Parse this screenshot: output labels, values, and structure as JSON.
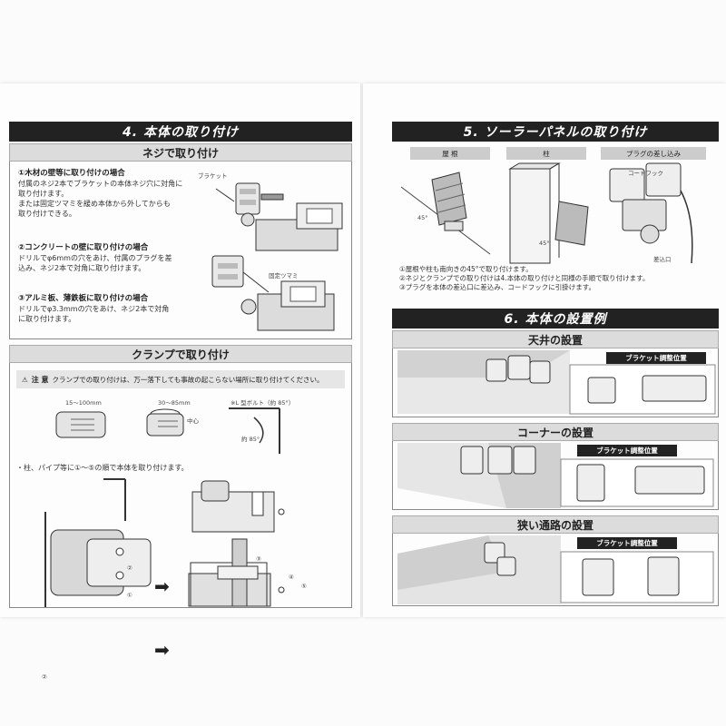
{
  "left_page": {
    "section4": {
      "title": "4. 本体の取り付け",
      "screw_mount": {
        "header": "ネジで取り付け",
        "item1": {
          "title": "①木材の壁等に取り付けの場合",
          "lines": [
            "付属のネジ2本でブラケットの本体ネジ穴に対角に",
            "取り付けます。",
            "または固定ツマミを緩め本体から外してからも",
            "取り付けできる。"
          ]
        },
        "item2": {
          "title": "②コンクリートの壁に取り付けの場合",
          "lines": [
            "ドリルでφ6mmの穴をあけ、付属のプラグを差",
            "込み、ネジ2本で対角に取り付けます。"
          ]
        },
        "item3": {
          "title": "③アルミ板、薄鉄板に取り付けの場合",
          "lines": [
            "ドリルでφ3.3mmの穴をあけ、ネジ2本で対角",
            "に取り付けます。"
          ]
        },
        "labels": {
          "bracket": "ブラケット",
          "fixing_knob": "固定ツマミ"
        }
      },
      "clamp_mount": {
        "header": "クランプで取り付け",
        "notice_label": "注 意",
        "notice_text": "クランプでの取り付けは、万一落下しても事故の起こらない場所に取り付けてください。",
        "dims": [
          "15～100mm",
          "30～85mm"
        ],
        "center_label": "中心",
        "l_bolt_label": "※L 型ボルト（約 85°）",
        "angle_label": "約 85°",
        "instruction": "・柱、パイプ等に①～⑤の順で本体を取り付けます。",
        "step_numbers": [
          "①",
          "②",
          "③",
          "④",
          "⑤"
        ]
      }
    }
  },
  "right_page": {
    "section5": {
      "title": "5. ソーラーパネルの取り付け",
      "columns": [
        "屋 根",
        "柱",
        "プラグの差し込み"
      ],
      "labels": {
        "cord_hook": "コードフック",
        "socket": "差込口",
        "angle": "45°"
      },
      "notes": [
        "①屋根や柱も南向きの45°で取り付けます。",
        "②ネジとクランプでの取り付けは4.本体の取り付けと同様の手順で取り付けます。",
        "③プラグを本体の差込口に差込み、コードフックに引掛けます。"
      ]
    },
    "section6": {
      "title": "6. 本体の設置例",
      "examples": [
        {
          "title": "天井の設置",
          "bracket_label": "ブラケット調整位置"
        },
        {
          "title": "コーナーの設置",
          "bracket_label": "ブラケット調整位置"
        },
        {
          "title": "狭い通路の設置",
          "bracket_label": "ブラケット調整位置"
        }
      ]
    }
  }
}
